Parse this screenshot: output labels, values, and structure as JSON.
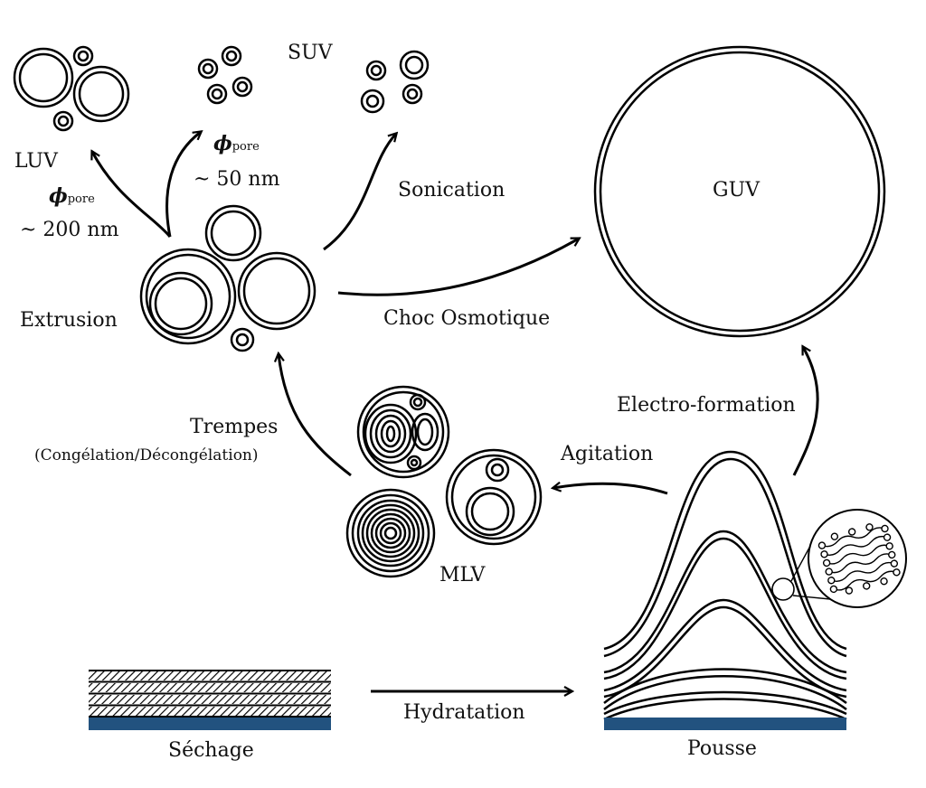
{
  "labels": {
    "suv": "SUV",
    "luv": "LUV",
    "guv": "GUV",
    "mlv": "MLV",
    "pore_symbol": "ϕ",
    "pore_sub": "pore",
    "pore_small": "~ 50 nm",
    "pore_large": "~ 200 nm",
    "sonication": "Sonication",
    "extrusion": "Extrusion",
    "choc": "Choc Osmotique",
    "electro": "Electro-formation",
    "agitation": "Agitation",
    "trempes": "Trempes",
    "trempes_detail": "(Congélation/Décongélation)",
    "hydratation": "Hydratation",
    "sechage": "Séchage",
    "pousse": "Pousse"
  },
  "colors": {
    "substrate": "#22527f",
    "stroke": "#000000"
  }
}
